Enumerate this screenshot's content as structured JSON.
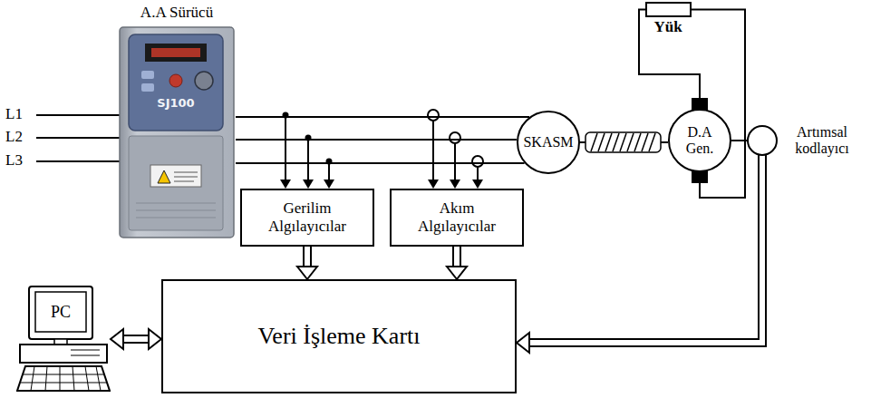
{
  "diagram": {
    "nodes": [
      {
        "text": [
          "A.A Sürücü",
          "SJ100"
        ]
      },
      {
        "text": [
          "SKASM"
        ]
      },
      {
        "text": [
          "D.A Gen."
        ]
      },
      {
        "text": [
          "Yük"
        ]
      },
      {
        "text": [
          "Artımsal kodlayıcı"
        ]
      },
      {
        "text": [
          "Gerilim Algılayıcılar"
        ]
      },
      {
        "text": [
          "Akım Algılayıcılar"
        ]
      },
      {
        "text": [
          "Veri İşleme Kartı"
        ]
      },
      {
        "text": [
          "PC"
        ]
      }
    ],
    "edges": [
      {
        "from": 0,
        "to": 1,
        "arrow": "none"
      },
      {
        "from": 0,
        "to": 1,
        "arrow": "none"
      },
      {
        "from": 0,
        "to": 1,
        "arrow": "none"
      },
      {
        "from": 1,
        "to": 2,
        "arrow": "none"
      },
      {
        "from": 2,
        "to": 3,
        "arrow": "none"
      },
      {
        "from": 2,
        "to": 3,
        "arrow": "none"
      },
      {
        "from": 2,
        "to": 4,
        "arrow": "none"
      },
      {
        "from": 4,
        "to": 7,
        "arrow": "to"
      },
      {
        "from": 5,
        "to": 7,
        "arrow": "to"
      },
      {
        "from": 6,
        "to": 7,
        "arrow": "to"
      },
      {
        "from": 8,
        "to": 7,
        "arrow": "both"
      }
    ],
    "labels": [
      "L1",
      "L2",
      "L3"
    ]
  }
}
